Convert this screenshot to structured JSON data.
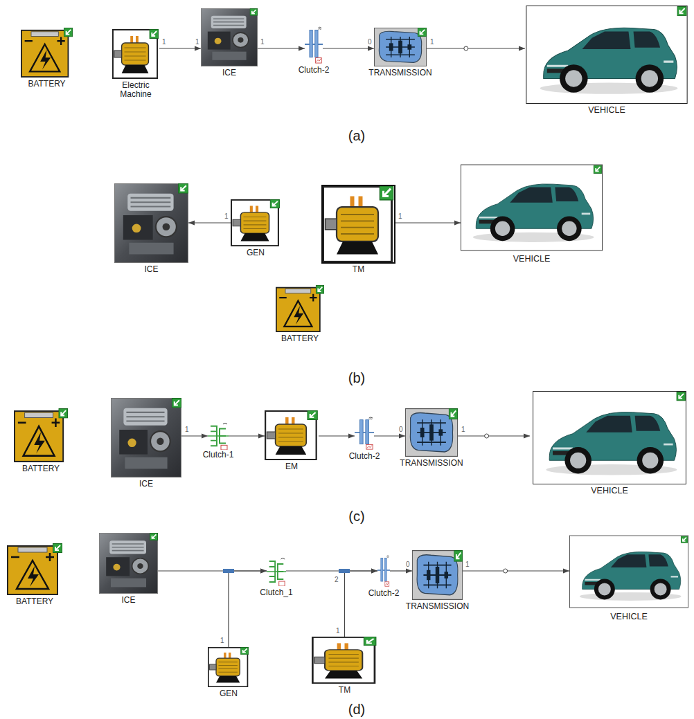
{
  "diagram": {
    "nodes": [
      {
        "text": [
          "BATTERY"
        ]
      },
      {
        "text": [
          "Electric Machine"
        ]
      },
      {
        "text": [
          "ICE"
        ]
      },
      {
        "text": [
          "Clutch-2"
        ]
      },
      {
        "text": [
          "TRANSMISSION"
        ]
      },
      {
        "text": [
          "VEHICLE"
        ]
      },
      {
        "text": [
          "ICE"
        ]
      },
      {
        "text": [
          "GEN"
        ]
      },
      {
        "text": [
          "TM"
        ]
      },
      {
        "text": [
          "VEHICLE"
        ]
      },
      {
        "text": [
          "BATTERY"
        ]
      },
      {
        "text": [
          "BATTERY"
        ]
      },
      {
        "text": [
          "ICE"
        ]
      },
      {
        "text": [
          "Clutch-1"
        ]
      },
      {
        "text": [
          "EM"
        ]
      },
      {
        "text": [
          "Clutch-2"
        ]
      },
      {
        "text": [
          "TRANSMISSION"
        ]
      },
      {
        "text": [
          "VEHICLE"
        ]
      },
      {
        "text": [
          "BATTERY"
        ]
      },
      {
        "text": [
          "ICE"
        ]
      },
      {
        "text": [
          "Clutch_1"
        ]
      },
      {
        "text": [
          "Clutch-2"
        ]
      },
      {
        "text": [
          "TRANSMISSION"
        ]
      },
      {
        "text": [
          "VEHICLE"
        ]
      },
      {
        "text": [
          "GEN"
        ]
      },
      {
        "text": [
          "TM"
        ]
      }
    ],
    "edges": [
      {
        "from": 1,
        "to": 2,
        "arrow": "to"
      },
      {
        "from": 2,
        "to": 3,
        "arrow": "to"
      },
      {
        "from": 3,
        "to": 4,
        "arrow": "to"
      },
      {
        "from": 4,
        "to": 5,
        "arrow": "to"
      },
      {
        "from": 7,
        "to": 6,
        "arrow": "to"
      },
      {
        "from": 8,
        "to": 9,
        "arrow": "to"
      },
      {
        "from": 12,
        "to": 13,
        "arrow": "to"
      },
      {
        "from": 13,
        "to": 14,
        "arrow": "to"
      },
      {
        "from": 14,
        "to": 15,
        "arrow": "to"
      },
      {
        "from": 15,
        "to": 16,
        "arrow": "to"
      },
      {
        "from": 16,
        "to": 17,
        "arrow": "to"
      },
      {
        "from": 19,
        "to": 20,
        "arrow": "to"
      },
      {
        "from": 24,
        "to": 20,
        "arrow": "to"
      },
      {
        "from": 20,
        "to": 21,
        "arrow": "to"
      },
      {
        "from": 25,
        "to": 21,
        "arrow": "to"
      },
      {
        "from": 21,
        "to": 22,
        "arrow": "to"
      },
      {
        "from": 22,
        "to": 23,
        "arrow": "to"
      }
    ],
    "labels": [
      "(a)",
      "(b)",
      "(c)",
      "(d)",
      "1",
      "1",
      "1",
      "0",
      "1",
      "1",
      "1",
      "1",
      "0",
      "1",
      "0",
      "1",
      "1",
      "2",
      "1"
    ]
  }
}
